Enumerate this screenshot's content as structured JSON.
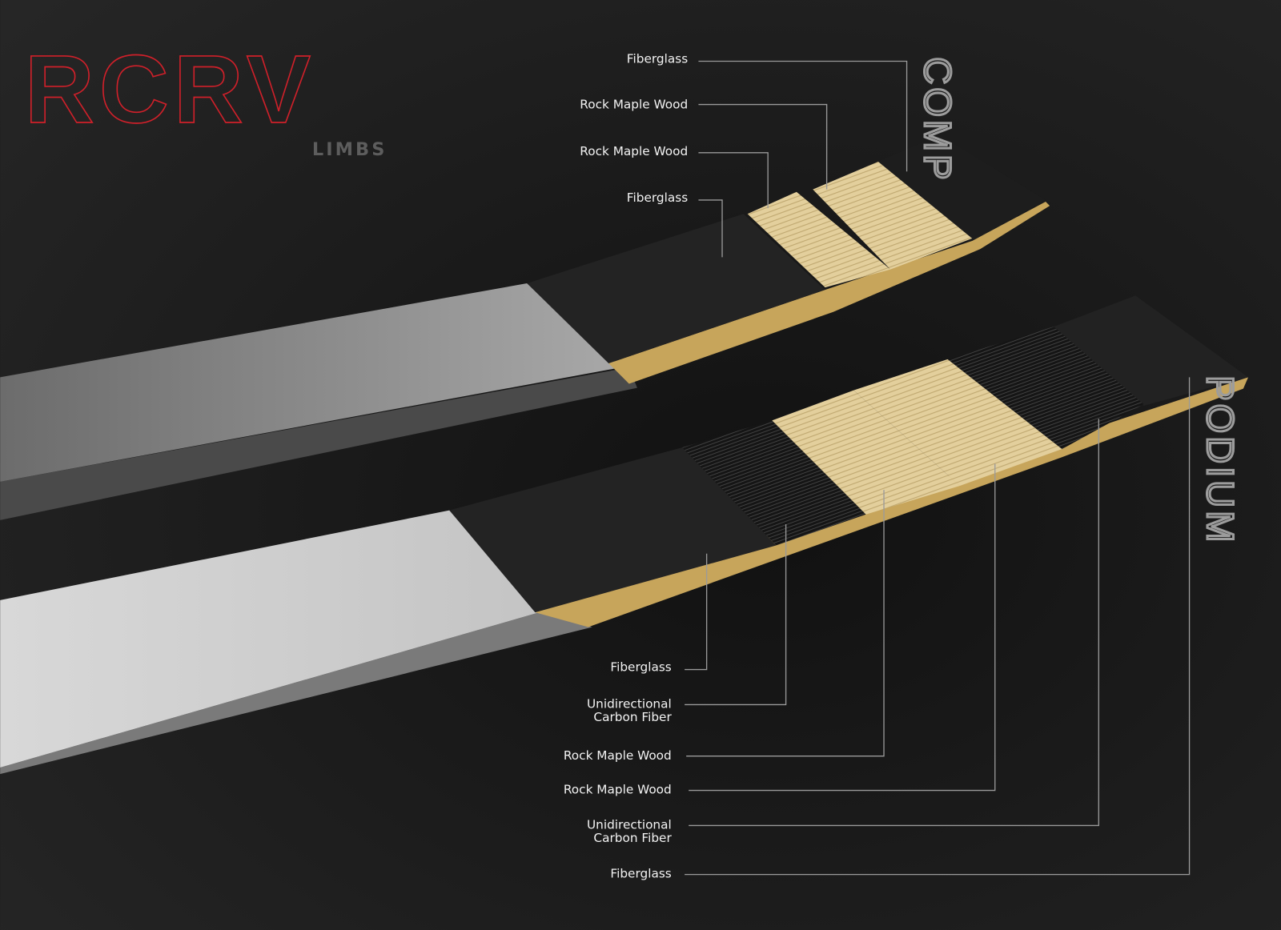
{
  "logo": {
    "brand": "RCRV",
    "subtitle": "LIMBS",
    "brand_color": "#d0202a"
  },
  "models": {
    "top": "COMP",
    "bottom": "PODIUM"
  },
  "comp_layers": [
    {
      "label": "Fiberglass"
    },
    {
      "label": "Rock Maple Wood"
    },
    {
      "label": "Rock Maple Wood"
    },
    {
      "label": "Fiberglass"
    }
  ],
  "podium_layers": [
    {
      "label": "Fiberglass"
    },
    {
      "label_line1": "Unidirectional",
      "label_line2": "Carbon Fiber"
    },
    {
      "label": "Rock Maple Wood"
    },
    {
      "label": "Rock Maple Wood"
    },
    {
      "label_line1": "Unidirectional",
      "label_line2": "Carbon Fiber"
    },
    {
      "label": "Fiberglass"
    }
  ]
}
